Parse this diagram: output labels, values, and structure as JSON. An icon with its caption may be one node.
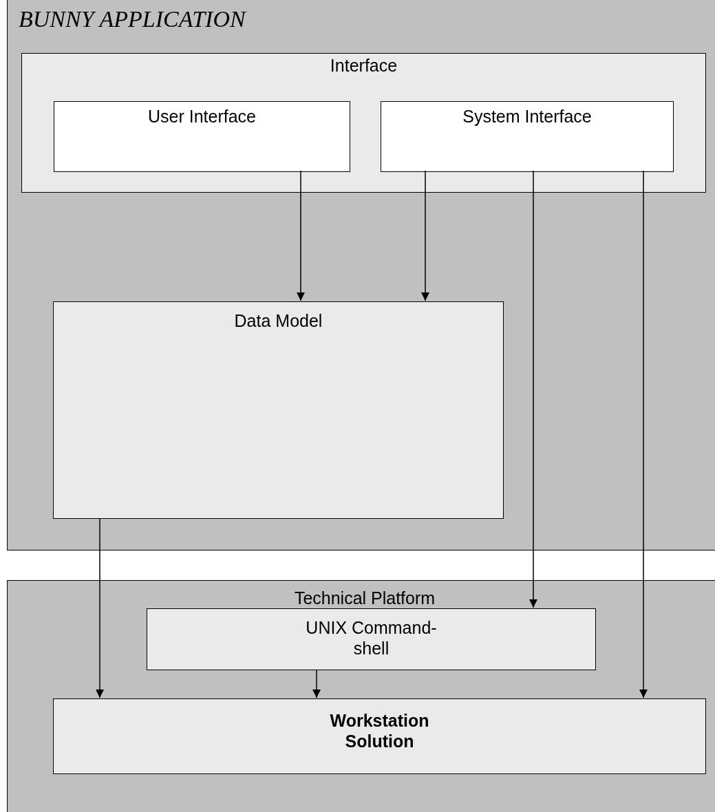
{
  "diagram": {
    "nodes": [
      {
        "text": [
          "BUNNY APPLICATION"
        ]
      },
      {
        "text": [
          "Interface"
        ],
        "in": 0
      },
      {
        "text": [
          "User Interface"
        ],
        "in": 1
      },
      {
        "text": [
          "System Interface"
        ],
        "in": 1
      },
      {
        "text": [
          "Data Model"
        ],
        "in": 0
      },
      {
        "text": [
          "Technical Platform"
        ]
      },
      {
        "text": [
          "UNIX Command-shell"
        ],
        "in": 5
      },
      {
        "text": [
          "Workstation Solution"
        ],
        "in": 5
      }
    ],
    "edges": [
      {
        "from": 2,
        "to": 4,
        "arrow": "to"
      },
      {
        "from": 3,
        "to": 4,
        "arrow": "to"
      },
      {
        "from": 3,
        "to": 6,
        "arrow": "to"
      },
      {
        "from": 3,
        "to": 7,
        "arrow": "to"
      },
      {
        "from": 4,
        "to": 7,
        "arrow": "to"
      },
      {
        "from": 6,
        "to": 7,
        "arrow": "to"
      }
    ]
  }
}
